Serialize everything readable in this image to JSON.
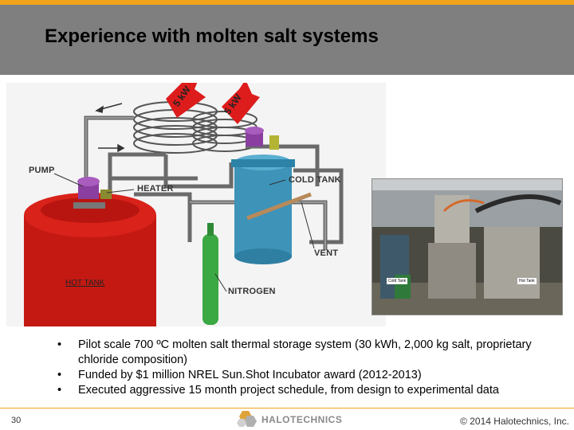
{
  "slide": {
    "title": "Experience with molten salt systems",
    "page_number": "30",
    "copyright": "© 2014 Halotechnics, Inc."
  },
  "diagram": {
    "labels": {
      "kw_left": "5 kW",
      "kw_right": "5 kW",
      "pump": "PUMP",
      "heater": "HEATER",
      "cold_tank": "COLD TANK",
      "vent": "VENT",
      "hot_tank": "HOT TANK",
      "nitrogen": "NITROGEN"
    },
    "colors": {
      "hot_tank": "#cc1b14",
      "cold_tank": "#3d93b8",
      "nitrogen_cylinder": "#3aa843",
      "pump_head": "#8a3fa0",
      "arrow": "#dd1c1c"
    }
  },
  "photo": {
    "tags": {
      "cold": "Cold Tank",
      "hot": "Hot Tank"
    }
  },
  "bullets": [
    "Pilot scale 700 ºC molten salt thermal storage system (30 kWh, 2,000 kg salt, proprietary chloride composition)",
    "Funded by $1 million NREL Sun.Shot Incubator award (2012-2013)",
    "Executed aggressive 15 month project schedule, from design to experimental data"
  ],
  "logo": {
    "text": "HALOTECHNICS",
    "icon": "hexagon-logo-icon"
  }
}
